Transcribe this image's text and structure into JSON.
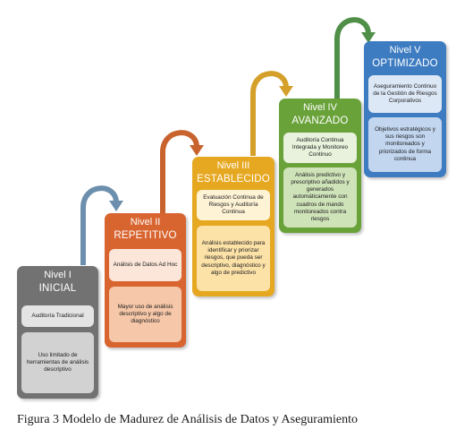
{
  "levels": [
    {
      "level": "Nivel I",
      "name": "INICIAL",
      "box1": "Auditoría Tradicional",
      "box2": "Uso limitado de herramientas de análisis descriptivo",
      "color": "#727272",
      "box1_bg": "#e4e4e4",
      "box2_bg": "#d2d2d2"
    },
    {
      "level": "Nivel II",
      "name": "REPETITIVO",
      "box1": "Análisis de Datos Ad Hoc",
      "box2": "Mayor uso de análisis descriptivo y algo de diagnóstico",
      "color": "#d86530",
      "box1_bg": "#fbe6d9",
      "box2_bg": "#f6c7a8"
    },
    {
      "level": "Nivel III",
      "name": "ESTABLECIDO",
      "box1": "Evaluación Continua de Riesgos y Auditoría Continua",
      "box2": "Análisis establecido para identificar y priorizar riesgos, que pueda ser descriptivo, diagnóstico y algo de predictivo",
      "color": "#e6a820",
      "box1_bg": "#fff3d6",
      "box2_bg": "#fde2a8"
    },
    {
      "level": "Nivel IV",
      "name": "AVANZADO",
      "box1": "Auditoría Continua Integrada y Monitoreo Continuo",
      "box2": "Análisis predictivo y prescriptivo añadidos y generados automáticamente con cuadros de mando monitoreados contra riesgos",
      "color": "#6aa23a",
      "box1_bg": "#e8f2dc",
      "box2_bg": "#cfe3b9"
    },
    {
      "level": "Nivel V",
      "name": "OPTIMIZADO",
      "box1": "Aseguramiento Continuo de la Gestión de Riesgos Corporativos",
      "box2": "Objetivos estratégicos y sus riesgos son monitoreados y priorizados de forma continua",
      "color": "#3e7cc2",
      "box1_bg": "#dde8f6",
      "box2_bg": "#c2d6ef"
    }
  ],
  "arrow_colors": [
    "#6d8fae",
    "#c8632e",
    "#d4a02a",
    "#4f8f48"
  ],
  "caption": "Figura  3 Modelo de Madurez de Análisis de Datos y Aseguramiento"
}
